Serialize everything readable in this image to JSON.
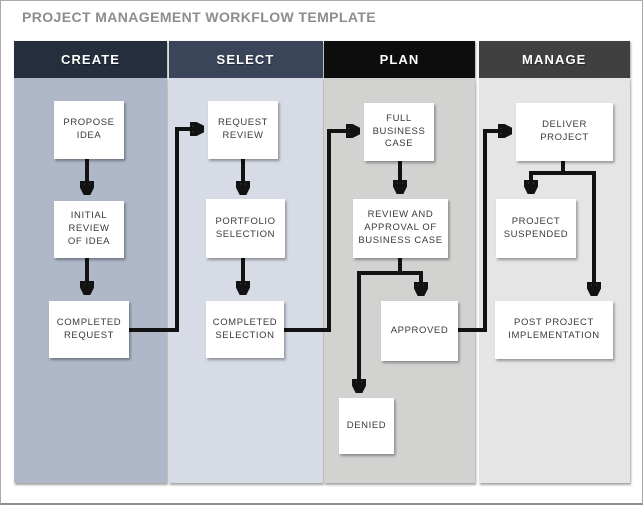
{
  "title": "PROJECT MANAGEMENT WORKFLOW TEMPLATE",
  "colors": {
    "title_text": "#8b8d90",
    "arrow": "#121212",
    "node_background": "#ffffff",
    "node_text": "#3a3a3a"
  },
  "columns": [
    {
      "label": "CREATE",
      "header_color": "#242e3c",
      "body_color": "#aeb8c9",
      "boxes": [
        {
          "label": "PROPOSE\nIDEA"
        },
        {
          "label": "INITIAL\nREVIEW\nOF IDEA"
        },
        {
          "label": "COMPLETED\nREQUEST"
        }
      ]
    },
    {
      "label": "SELECT",
      "header_color": "#3b4559",
      "body_color": "#d6dbe6",
      "boxes": [
        {
          "label": "REQUEST\nREVIEW"
        },
        {
          "label": "PORTFOLIO\nSELECTION"
        },
        {
          "label": "COMPLETED\nSELECTION"
        }
      ]
    },
    {
      "label": "PLAN",
      "header_color": "#0d0d0d",
      "body_color": "#d2d2d1",
      "boxes": [
        {
          "label": "FULL\nBUSINESS\nCASE"
        },
        {
          "label": "REVIEW AND\nAPPROVAL OF\nBUSINESS CASE"
        },
        {
          "label": "APPROVED"
        },
        {
          "label": "DENIED"
        }
      ]
    },
    {
      "label": "MANAGE",
      "header_color": "#404040",
      "body_color": "#e5e5e5",
      "boxes": [
        {
          "label": "DELIVER\nPROJECT"
        },
        {
          "label": "PROJECT\nSUSPENDED"
        },
        {
          "label": "POST PROJECT\nIMPLEMENTATION"
        }
      ]
    }
  ],
  "connections": [
    {
      "from": "PROPOSE IDEA",
      "to": "INITIAL REVIEW OF IDEA"
    },
    {
      "from": "INITIAL REVIEW OF IDEA",
      "to": "COMPLETED REQUEST"
    },
    {
      "from": "COMPLETED REQUEST",
      "to": "REQUEST REVIEW"
    },
    {
      "from": "REQUEST REVIEW",
      "to": "PORTFOLIO SELECTION"
    },
    {
      "from": "PORTFOLIO SELECTION",
      "to": "COMPLETED SELECTION"
    },
    {
      "from": "COMPLETED SELECTION",
      "to": "FULL BUSINESS CASE"
    },
    {
      "from": "FULL BUSINESS CASE",
      "to": "REVIEW AND APPROVAL OF BUSINESS CASE"
    },
    {
      "from": "REVIEW AND APPROVAL OF BUSINESS CASE",
      "to": "APPROVED"
    },
    {
      "from": "REVIEW AND APPROVAL OF BUSINESS CASE",
      "to": "DENIED"
    },
    {
      "from": "APPROVED",
      "to": "DELIVER PROJECT"
    },
    {
      "from": "DELIVER PROJECT",
      "to": "PROJECT SUSPENDED"
    },
    {
      "from": "DELIVER PROJECT",
      "to": "POST PROJECT IMPLEMENTATION"
    }
  ]
}
